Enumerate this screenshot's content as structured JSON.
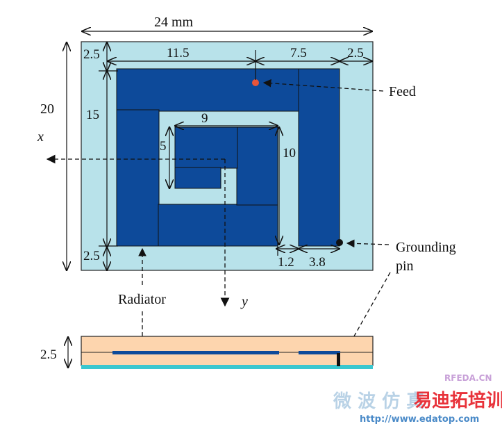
{
  "colors": {
    "substrate": "#b8e2ea",
    "radiator": "#0d4a9a",
    "feed_dot": "#e8553a",
    "ground_dot": "#111111",
    "side_substrate": "#fdd5ae",
    "side_ground": "#3ac7cf",
    "watermark_red": "#e8323a",
    "watermark_blue": "#4a8ac8"
  },
  "dimensions": {
    "total_width": "24 mm",
    "total_height": "20",
    "top_margin": "2.5",
    "left_segment": "11.5",
    "right_segment": "7.5",
    "right_margin": "2.5",
    "radiator_height": "15",
    "bottom_margin": "2.5",
    "inner_width": "9",
    "inner_height": "5",
    "middle_height": "10",
    "gap_width": "1.2",
    "strip_width": "3.8",
    "side_thickness": "2.5"
  },
  "labels": {
    "feed": "Feed",
    "grounding_line1": "Grounding",
    "grounding_line2": "pin",
    "radiator": "Radiator",
    "x_axis": "x",
    "y_axis": "y"
  },
  "watermark": {
    "brand": "易迪拓培训",
    "brand_top": "RFEDA.CN",
    "chinese": "微 波 仿 真",
    "url": "http://www.edatop.com"
  }
}
